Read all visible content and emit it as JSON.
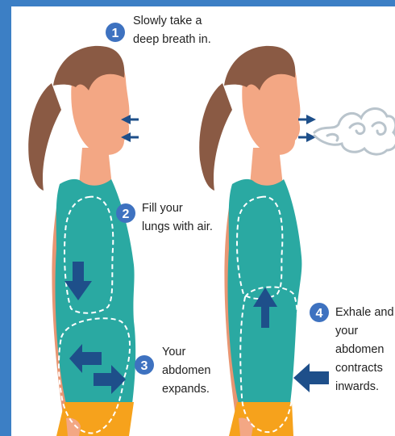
{
  "colors": {
    "frame": "#3c7fc5",
    "skin": "#f3a784",
    "skin_shadow": "#e89673",
    "hair": "#8a5a44",
    "shirt": "#2aa9a2",
    "pants": "#f6a21c",
    "arrow": "#1e4f8a",
    "badge": "#3e72c0",
    "cloud": "#b9c4cc"
  },
  "steps": [
    {
      "number": "1",
      "lines": [
        "Slowly take a",
        "deep breath in."
      ]
    },
    {
      "number": "2",
      "lines": [
        "Fill your",
        "lungs with air."
      ]
    },
    {
      "number": "3",
      "lines": [
        "Your",
        "abdomen",
        "expands."
      ]
    },
    {
      "number": "4",
      "lines": [
        "Exhale and",
        "your",
        "abdomen",
        "contracts",
        "inwards."
      ]
    }
  ],
  "icons": {
    "inhale_arrows": "arrows-left-icon",
    "exhale_arrows": "arrows-right-icon",
    "exhale_cloud": "breath-cloud-icon",
    "lung_down_arrow": "arrow-down-icon",
    "belly_expand_arrows": "arrows-expand-icon",
    "lung_up_arrow": "arrow-up-icon",
    "belly_in_arrow": "arrow-left-icon"
  }
}
